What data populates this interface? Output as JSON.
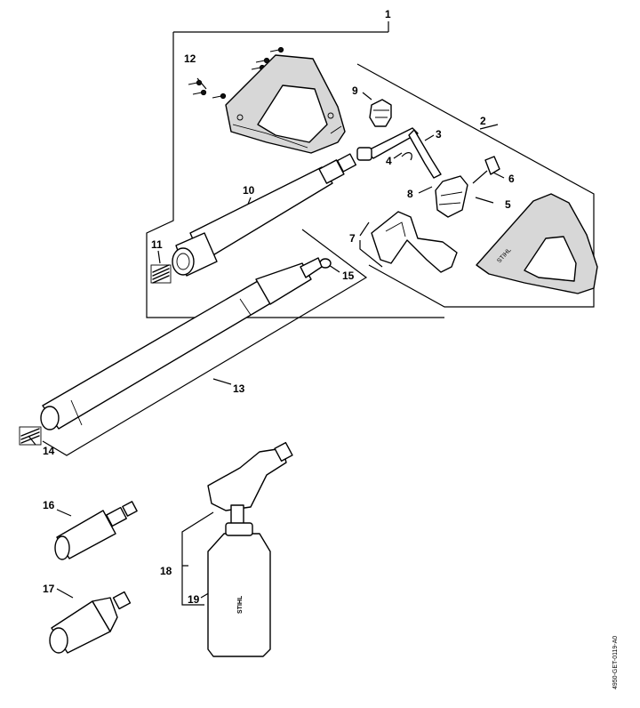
{
  "callouts": {
    "c1": "1",
    "c2": "2",
    "c3": "3",
    "c4": "4",
    "c5": "5",
    "c6": "6",
    "c7": "7",
    "c8": "8",
    "c9": "9",
    "c10": "10",
    "c11": "11",
    "c12": "12",
    "c13": "13",
    "c14": "14",
    "c15": "15",
    "c16": "16",
    "c17": "17",
    "c18": "18",
    "c19": "19"
  },
  "drawing_code": "4950-GET-0119-A0",
  "brand": {
    "bottle_logo": "STIHL",
    "gun_logo": "STIHL"
  },
  "colors": {
    "line": "#000000",
    "background": "#ffffff",
    "part_fill": "#d7d7d7"
  }
}
